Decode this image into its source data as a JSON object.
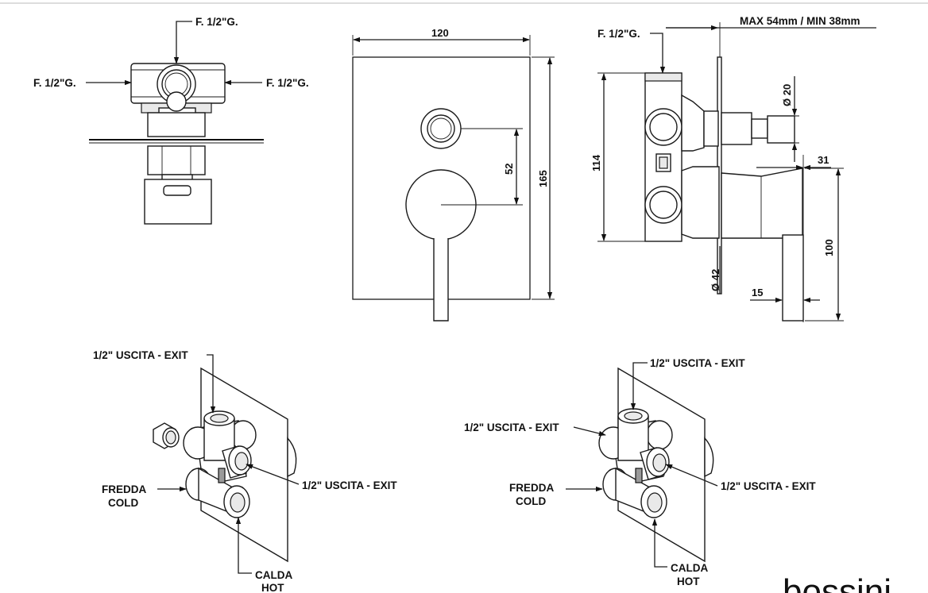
{
  "top_view": {
    "inlet_top": "F. 1/2\"G.",
    "inlet_left": "F. 1/2\"G.",
    "inlet_right": "F. 1/2\"G."
  },
  "front_view": {
    "width": "120",
    "height": "165",
    "lever_offset": "52"
  },
  "side_view": {
    "inlet": "F. 1/2\"G.",
    "wall_range": "MAX 54mm / MIN 38mm",
    "body_height": "114",
    "button_diameter": "Ø 20",
    "handle_diameter": "Ø 42",
    "projection": "31",
    "handle_length": "100",
    "handle_offset": "15"
  },
  "iso_left": {
    "exit_top": "1/2\" USCITA - EXIT",
    "exit_side": "1/2\" USCITA - EXIT",
    "cold_line1": "FREDDA",
    "cold_line2": "COLD",
    "hot_line1": "CALDA",
    "hot_line2": "HOT"
  },
  "iso_right": {
    "exit_top": "1/2\" USCITA - EXIT",
    "exit_left": "1/2\" USCITA - EXIT",
    "exit_side": "1/2\" USCITA - EXIT",
    "cold_line1": "FREDDA",
    "cold_line2": "COLD",
    "hot_line1": "CALDA",
    "hot_line2": "HOT"
  },
  "brand": "bossini"
}
